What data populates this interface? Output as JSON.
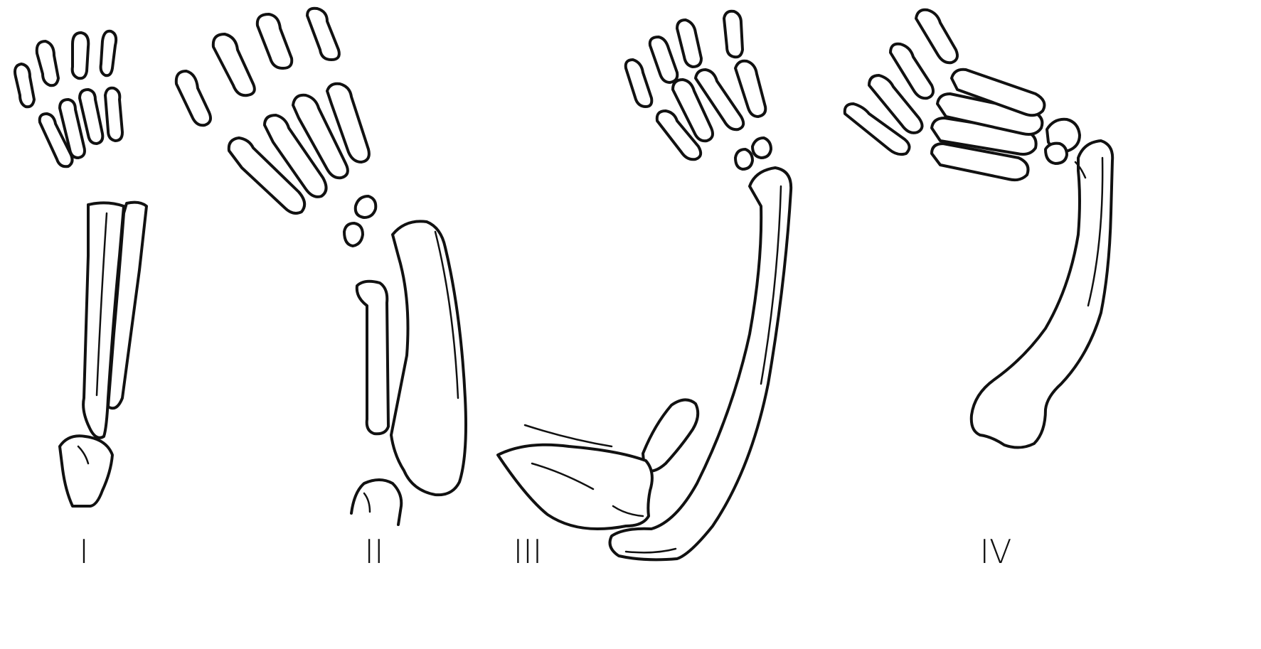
{
  "figure": {
    "panels": [
      {
        "id": "I",
        "label": "I"
      },
      {
        "id": "II",
        "label": "II"
      },
      {
        "id": "III",
        "label": "III"
      },
      {
        "id": "IV",
        "label": "IV"
      }
    ]
  },
  "colors": {
    "ink": "#111111",
    "paper": "#ffffff"
  }
}
